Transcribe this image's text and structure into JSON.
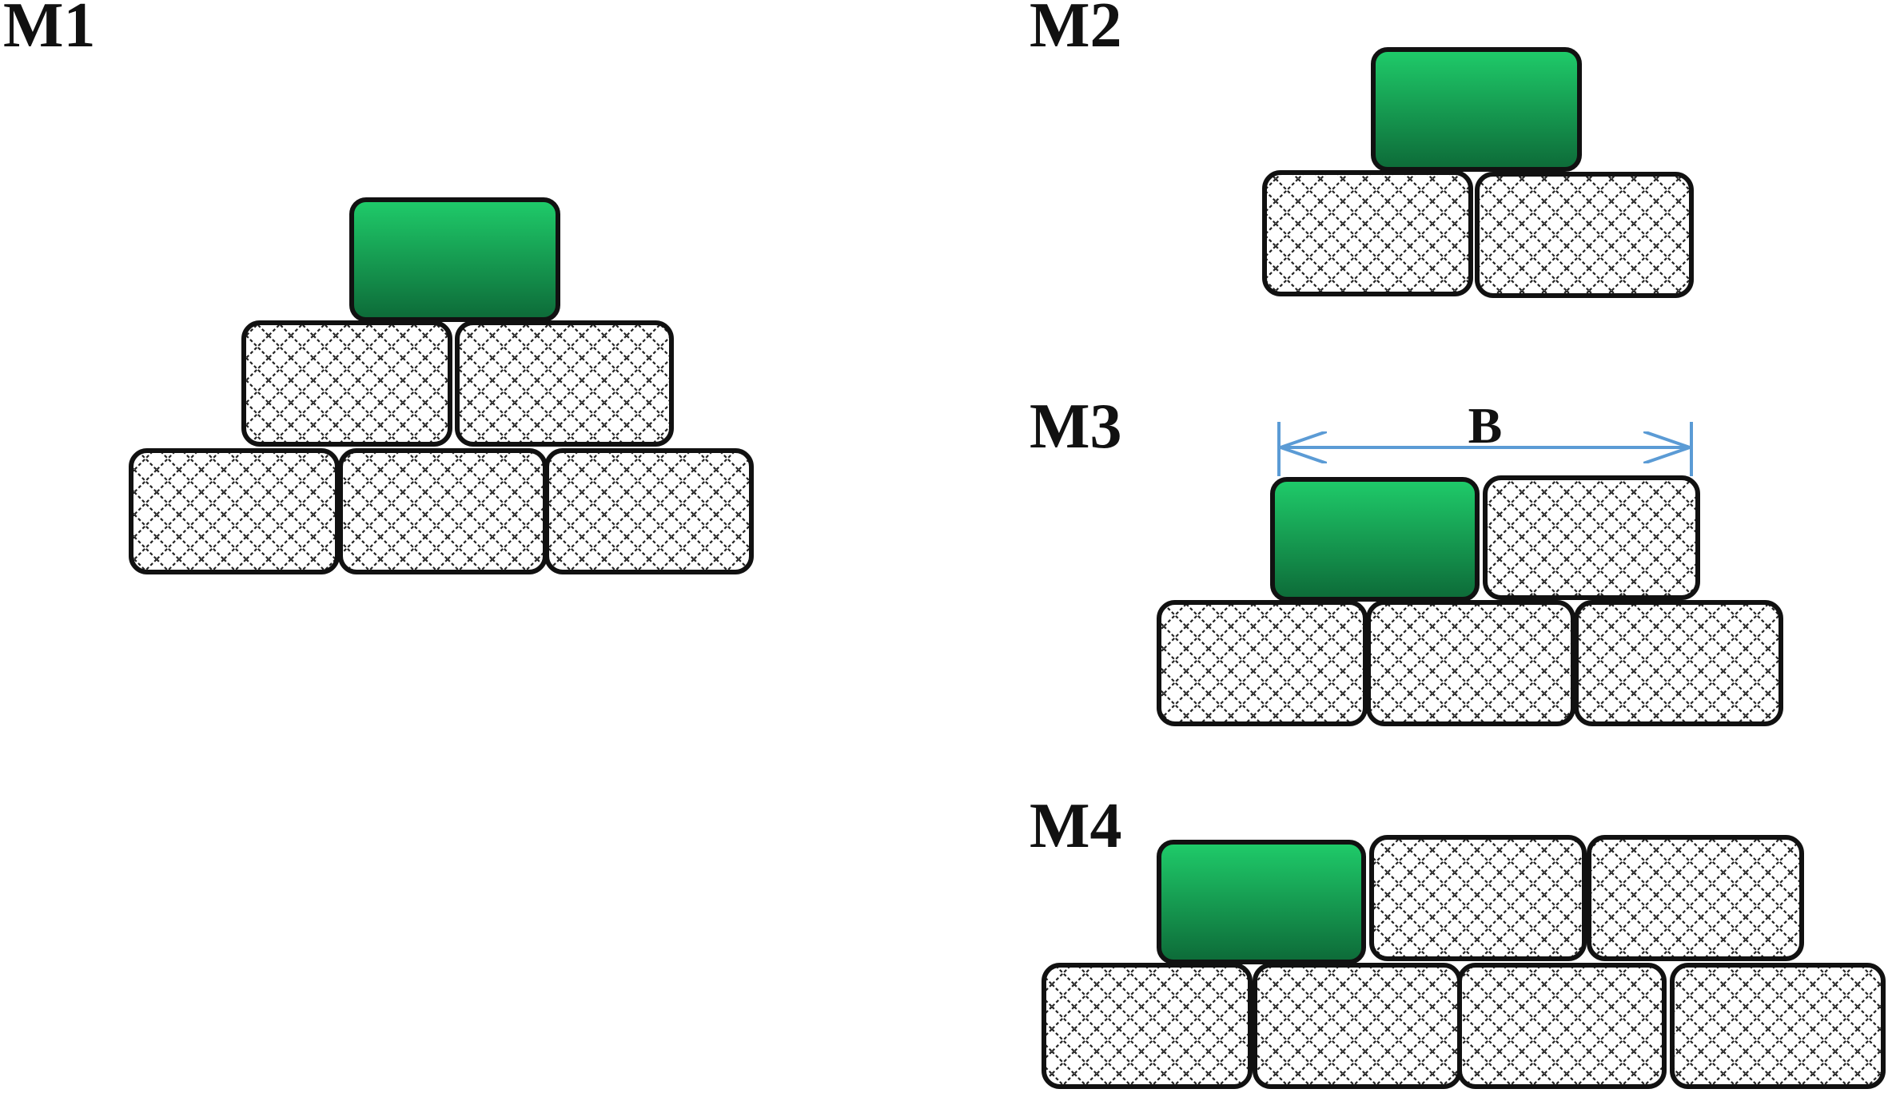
{
  "colors": {
    "green_top": "#1fcc6a",
    "green_bottom": "#0d6a38",
    "hatch": "#222222",
    "outline": "#111111",
    "dimension": "#5b9bd5"
  },
  "icons": {
    "dimension_arrows": "double-headed-arrow"
  },
  "panels": [
    {
      "label": "M1"
    },
    {
      "label": "M2"
    },
    {
      "label": "M3",
      "dimension_label": "B"
    },
    {
      "label": "M4"
    }
  ]
}
